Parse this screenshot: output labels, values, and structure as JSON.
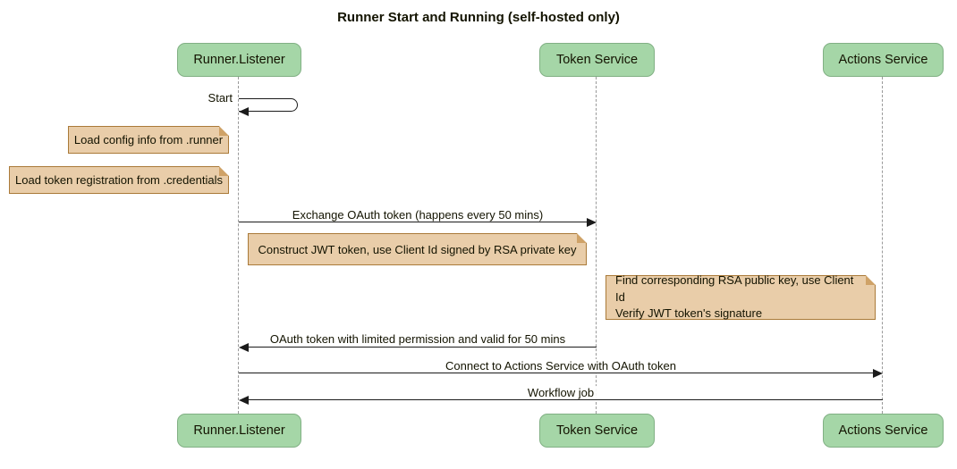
{
  "title": "Runner Start and Running (self-hosted only)",
  "participants": [
    {
      "label": "Runner.Listener"
    },
    {
      "label": "Token Service"
    },
    {
      "label": "Actions Service"
    }
  ],
  "messages": {
    "start": "Start",
    "exchange": "Exchange OAuth token (happens every 50 mins)",
    "oauth_return": "OAuth token with limited permission and valid for 50 mins",
    "connect": "Connect to Actions Service with OAuth token",
    "workflow": "Workflow job"
  },
  "notes": {
    "load_config": "Load config info from .runner",
    "load_token": "Load token registration from .credentials",
    "construct_jwt": "Construct JWT token, use Client Id signed by RSA private key",
    "find_key": "Find corresponding RSA public key, use Client Id\nVerify JWT token's signature"
  },
  "colors": {
    "participant_fill": "#a5d6a7",
    "participant_border": "#81b084",
    "note_fill": "#e9cda9",
    "note_border": "#aa7a39",
    "note_fold": "#cfa267",
    "arrow": "#1b1b1b",
    "lifeline": "#999999",
    "background": "#ffffff",
    "text": "#131300"
  }
}
